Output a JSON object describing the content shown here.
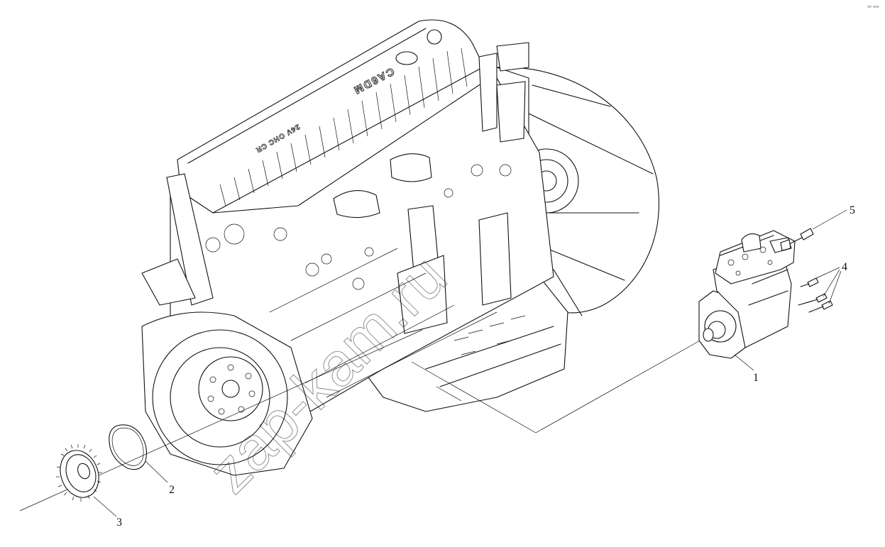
{
  "diagram": {
    "engine_cover_marking": "CA6DM",
    "engine_cover_marking_2": "24V OHC CR",
    "watermark": "zap-kam.ru",
    "corner_mark": "▫▫ ▫▫▫",
    "callouts": [
      {
        "id": "1",
        "label": "1"
      },
      {
        "id": "2",
        "label": "2"
      },
      {
        "id": "3",
        "label": "3"
      },
      {
        "id": "4",
        "label": "4"
      },
      {
        "id": "5",
        "label": "5"
      }
    ]
  }
}
